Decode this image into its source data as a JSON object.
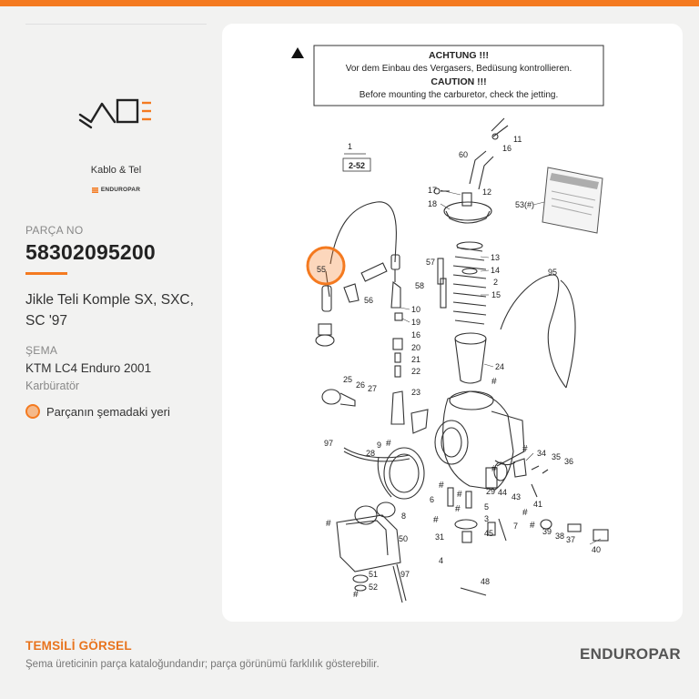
{
  "brand": {
    "name": "Kablo & Tel",
    "sub": "ENDUROPAR"
  },
  "part": {
    "label": "PARÇA NO",
    "number": "58302095200",
    "name": "Jikle Teli Komple SX, SXC, SC '97"
  },
  "schema": {
    "label": "ŞEMA",
    "model": "KTM LC4 Enduro 2001",
    "group": "Karbüratör"
  },
  "legend": {
    "text": "Parçanın şemadaki yeri"
  },
  "diagram": {
    "warning": {
      "de_title": "ACHTUNG !!!",
      "de_text": "Vor dem Einbau des Vergasers, Bedüsung kontrollieren.",
      "en_title": "CAUTION !!!",
      "en_text": "Before mounting the carburetor, check the jetting."
    },
    "ref_1": "1",
    "ref_range": "2-52",
    "highlight": "55",
    "highlight_color": "#f47a20",
    "callouts": {
      "c60": "60",
      "c11": "11",
      "c16": "16",
      "c17": "17",
      "c12": "12",
      "c18": "18",
      "c53": "53(#)",
      "c13": "13",
      "c14": "14",
      "c2": "2",
      "c15": "15",
      "c57": "57",
      "c58": "58",
      "c95": "95",
      "c56": "56",
      "c10": "10",
      "c19": "19",
      "c16b": "16",
      "c20": "20",
      "c21": "21",
      "c22": "22",
      "c24": "24",
      "c25": "25",
      "c26": "26",
      "c27": "27",
      "c23": "23",
      "c97": "97",
      "c28": "28",
      "c9": "9",
      "c34": "34",
      "c35": "35",
      "c36": "36",
      "c29": "29",
      "c44": "44",
      "c43": "43",
      "c6": "6",
      "c5": "5",
      "c41": "41",
      "c8": "8",
      "c3": "3",
      "c7": "7",
      "c39": "39",
      "c38": "38",
      "c37": "37",
      "c31": "31",
      "c45": "45",
      "c40": "40",
      "c50": "50",
      "c4": "4",
      "c97b": "97",
      "c51": "51",
      "c52": "52",
      "c48": "48",
      "hash": "#"
    }
  },
  "footer": {
    "title": "TEMSİLİ GÖRSEL",
    "note": "Şema üreticinin parça kataloğundandır; parça görünümü farklılık gösterebilir.",
    "brand": "ENDUROPAR"
  }
}
